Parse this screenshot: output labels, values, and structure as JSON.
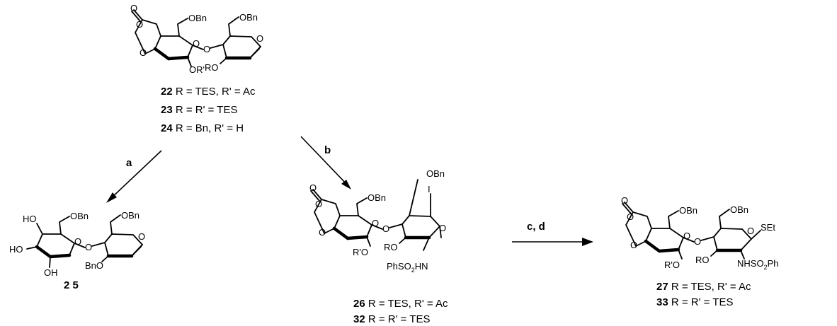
{
  "reagents": {
    "a": "a",
    "b": "b",
    "cd": "c,  d"
  },
  "start": {
    "labels": {
      "bn1": "OBn",
      "bn2": "OBn",
      "ro": "RO",
      "orp": "OR'",
      "o": "O"
    },
    "legend": [
      {
        "num": "22",
        "text": " R = TES, R' = Ac"
      },
      {
        "num": "23",
        "text": " R = R' = TES"
      },
      {
        "num": "24",
        "text": " R = Bn, R' = H"
      }
    ]
  },
  "glycal": {
    "labels": {
      "ho1": "HO",
      "ho2": "HO",
      "oh": "OH",
      "bn1": "OBn",
      "bn2": "OBn",
      "bno": "BnO",
      "o": "O"
    },
    "number": "2 5"
  },
  "iodo": {
    "labels": {
      "bn1": "OBn",
      "bn2": "OBn",
      "i": "I",
      "ro": "RO",
      "rpo": "R'O",
      "ph": "PhSO",
      "sub2": "2",
      "hn": "HN",
      "o": "O"
    },
    "legend": [
      {
        "num": "26",
        "text": "  R = TES, R' = Ac"
      },
      {
        "num": "32",
        "text": "  R = R' = TES"
      }
    ]
  },
  "thio": {
    "labels": {
      "bn1": "OBn",
      "bn2": "OBn",
      "set": "SEt",
      "ro": "RO",
      "rpo": "R'O",
      "nh": "NHSO",
      "sub2": "2",
      "ph": "Ph",
      "o": "O"
    },
    "legend": [
      {
        "num": "27",
        "text": "  R = TES, R' = Ac"
      },
      {
        "num": "33",
        "text": "  R = R' = TES"
      }
    ]
  }
}
